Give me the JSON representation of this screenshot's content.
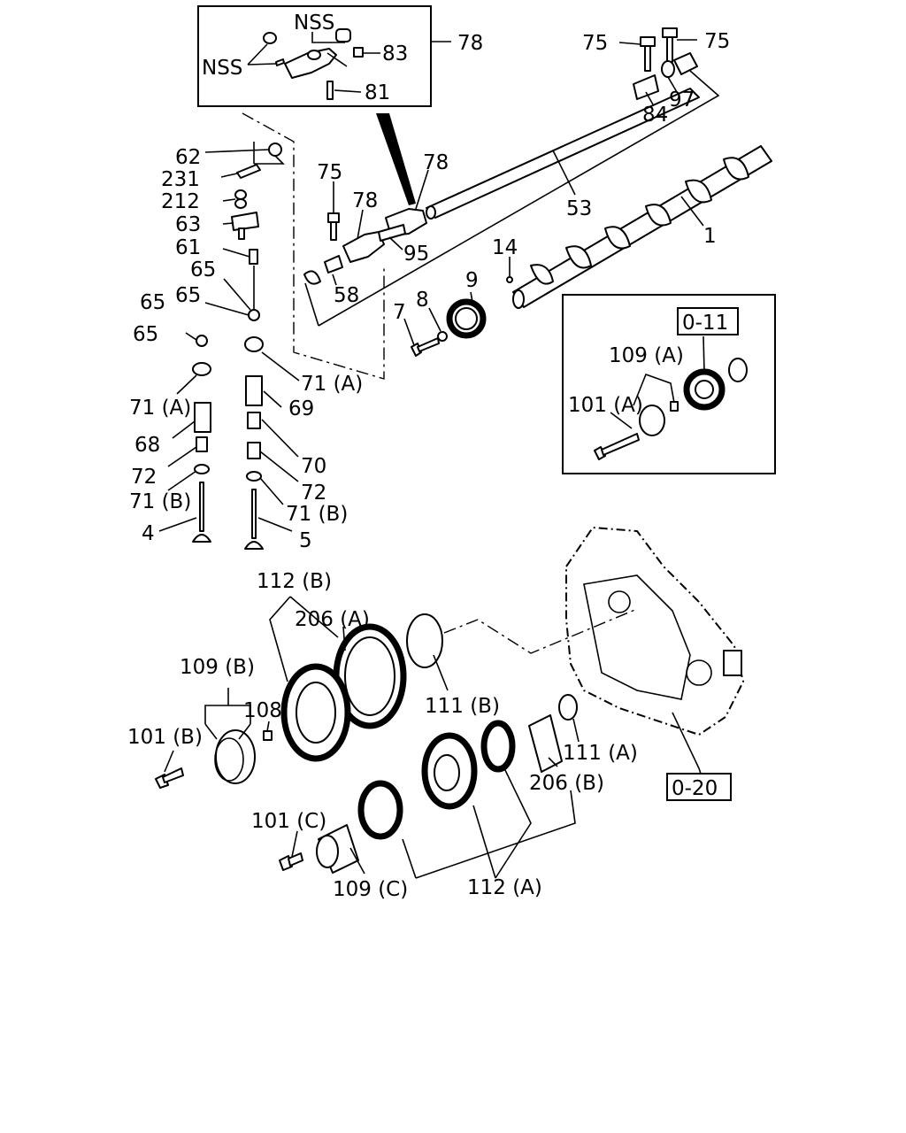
{
  "callouts": {
    "c78_inset": "78",
    "nss_a": "NSS",
    "nss_b": "NSS",
    "c83": "83",
    "c81": "81",
    "c75_a": "75",
    "c75_b": "75",
    "c84": "84",
    "c97": "97",
    "c62": "62",
    "c231": "231",
    "c212": "212",
    "c63": "63",
    "c61": "61",
    "c65_a": "65",
    "c65_b": "65",
    "c65_c": "65",
    "c65_d": "65",
    "c71a_left": "71 (A)",
    "c71a_right": "71 (A)",
    "c69": "69",
    "c68": "68",
    "c70": "70",
    "c72_left": "72",
    "c72_right": "72",
    "c71b_left": "71 (B)",
    "c71b_right": "71 (B)",
    "c4": "4",
    "c5": "5",
    "c75_mid": "75",
    "c78_mid_a": "78",
    "c78_mid_b": "78",
    "c58": "58",
    "c95": "95",
    "c53": "53",
    "c1": "1",
    "c14": "14",
    "c9": "9",
    "c8": "8",
    "c7": "7",
    "c109a": "109 (A)",
    "c101a": "101 (A)",
    "c112b": "112 (B)",
    "c206a": "206 (A)",
    "c109b": "109 (B)",
    "c108": "108",
    "c101b": "101 (B)",
    "c111b": "111 (B)",
    "c111a": "111 (A)",
    "c206b": "206 (B)",
    "c101c": "101 (C)",
    "c109c": "109 (C)",
    "c112a": "112 (A)"
  },
  "references": {
    "ref_top": "0-11",
    "ref_bottom": "0-20"
  }
}
